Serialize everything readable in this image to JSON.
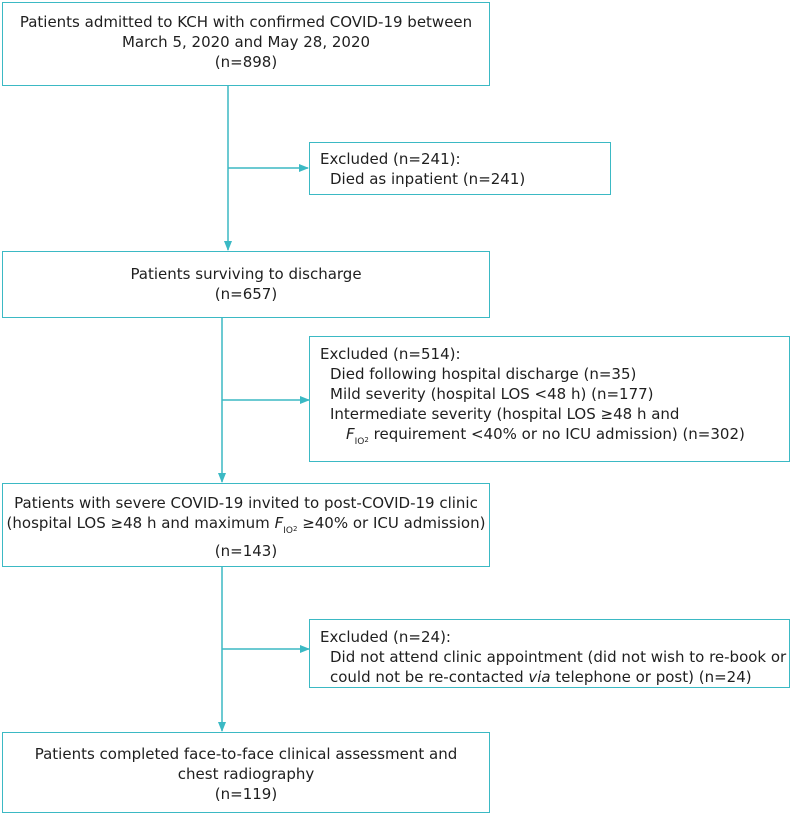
{
  "boxes": {
    "admitted": {
      "lines": [
        "Patients admitted to KCH with confirmed COVID-19 between",
        "March 5, 2020 and May 28, 2020",
        "(n=898)"
      ]
    },
    "excluded1": {
      "lines": [
        "Excluded (n=241):",
        "Died as inpatient (n=241)"
      ]
    },
    "surviving": {
      "lines": [
        "Patients surviving to discharge",
        "(n=657)"
      ]
    },
    "excluded2": {
      "lines": [
        "Excluded (n=514):",
        "Died following hospital discharge (n=35)",
        "Mild severity (hospital LOS <48 h) (n=177)",
        "Intermediate severity (hospital LOS ≥48 h and"
      ],
      "last_line": {
        "fio_f": "F",
        "fio_sub": "IO",
        "fio_sub2": "2",
        "rest": "requirement <40% or no ICU admission) (n=302)"
      }
    },
    "severe": {
      "line1": "Patients with severe COVID-19 invited to post-COVID-19 clinic",
      "line2_pre": "(hospital LOS ≥48 h and maximum ",
      "line2_fio_f": "F",
      "line2_fio_sub": "IO",
      "line2_fio_sub2": "2",
      "line2_post": " ≥40% or ICU admission)",
      "line3": "(n=143)"
    },
    "excluded3": {
      "line1": "Excluded (n=24):",
      "line2": "Did not attend clinic appointment (did not wish to re-book or",
      "line3_pre": "could not be re-contacted ",
      "line3_italic": "via",
      "line3_post": " telephone or post) (n=24)"
    },
    "completed": {
      "lines": [
        "Patients completed face-to-face clinical assessment and",
        "chest radiography",
        "(n=119)"
      ]
    }
  },
  "colors": {
    "accent": "#3bb9c4",
    "text": "#1f1f1f"
  }
}
